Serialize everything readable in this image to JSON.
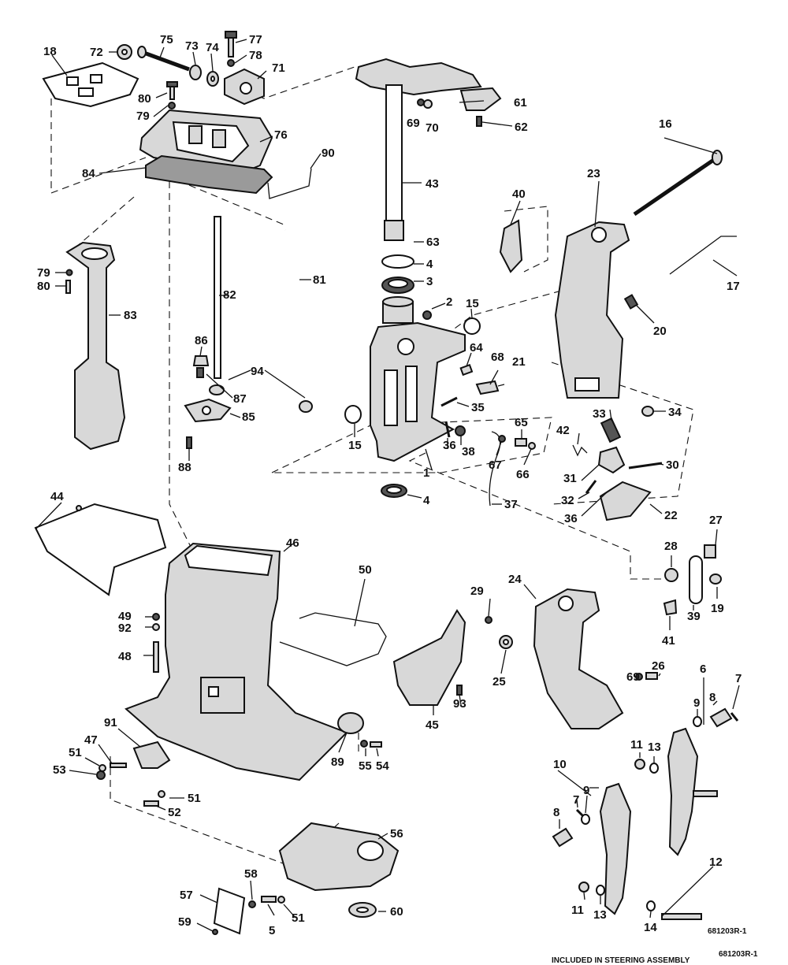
{
  "callouts": [
    {
      "id": "c18",
      "label": "18"
    },
    {
      "id": "c72",
      "label": "72"
    },
    {
      "id": "c75",
      "label": "75"
    },
    {
      "id": "c73",
      "label": "73"
    },
    {
      "id": "c74",
      "label": "74"
    },
    {
      "id": "c77",
      "label": "77"
    },
    {
      "id": "c78",
      "label": "78"
    },
    {
      "id": "c71",
      "label": "71"
    },
    {
      "id": "c80a",
      "label": "80"
    },
    {
      "id": "c79a",
      "label": "79"
    },
    {
      "id": "c76",
      "label": "76"
    },
    {
      "id": "c84",
      "label": "84"
    },
    {
      "id": "c90",
      "label": "90"
    },
    {
      "id": "c69a",
      "label": "69"
    },
    {
      "id": "c70",
      "label": "70"
    },
    {
      "id": "c61",
      "label": "61"
    },
    {
      "id": "c62",
      "label": "62"
    },
    {
      "id": "c16",
      "label": "16"
    },
    {
      "id": "c43",
      "label": "43"
    },
    {
      "id": "c23",
      "label": "23"
    },
    {
      "id": "c40",
      "label": "40"
    },
    {
      "id": "c63",
      "label": "63"
    },
    {
      "id": "c4a",
      "label": "4"
    },
    {
      "id": "c3",
      "label": "3"
    },
    {
      "id": "c17",
      "label": "17"
    },
    {
      "id": "c79b",
      "label": "79"
    },
    {
      "id": "c80b",
      "label": "80"
    },
    {
      "id": "c81",
      "label": "81"
    },
    {
      "id": "c82",
      "label": "82"
    },
    {
      "id": "c83",
      "label": "83"
    },
    {
      "id": "c2",
      "label": "2"
    },
    {
      "id": "c15a",
      "label": "15"
    },
    {
      "id": "c20",
      "label": "20"
    },
    {
      "id": "c86",
      "label": "86"
    },
    {
      "id": "c94",
      "label": "94"
    },
    {
      "id": "c64",
      "label": "64"
    },
    {
      "id": "c68",
      "label": "68"
    },
    {
      "id": "c21",
      "label": "21"
    },
    {
      "id": "c87",
      "label": "87"
    },
    {
      "id": "c85",
      "label": "85"
    },
    {
      "id": "c35",
      "label": "35"
    },
    {
      "id": "c34",
      "label": "34"
    },
    {
      "id": "c33",
      "label": "33"
    },
    {
      "id": "c65",
      "label": "65"
    },
    {
      "id": "c15b",
      "label": "15"
    },
    {
      "id": "c36a",
      "label": "36"
    },
    {
      "id": "c38",
      "label": "38"
    },
    {
      "id": "c88",
      "label": "88"
    },
    {
      "id": "c67",
      "label": "67"
    },
    {
      "id": "c66",
      "label": "66"
    },
    {
      "id": "c42",
      "label": "42"
    },
    {
      "id": "c1",
      "label": "1"
    },
    {
      "id": "c30",
      "label": "30"
    },
    {
      "id": "c31",
      "label": "31"
    },
    {
      "id": "c4b",
      "label": "4"
    },
    {
      "id": "c37",
      "label": "37"
    },
    {
      "id": "c32",
      "label": "32"
    },
    {
      "id": "c36b",
      "label": "36"
    },
    {
      "id": "c22",
      "label": "22"
    },
    {
      "id": "c44",
      "label": "44"
    },
    {
      "id": "c46",
      "label": "46"
    },
    {
      "id": "c50",
      "label": "50"
    },
    {
      "id": "c27",
      "label": "27"
    },
    {
      "id": "c28",
      "label": "28"
    },
    {
      "id": "c24",
      "label": "24"
    },
    {
      "id": "c29",
      "label": "29"
    },
    {
      "id": "c49",
      "label": "49"
    },
    {
      "id": "c92",
      "label": "92"
    },
    {
      "id": "c19",
      "label": "19"
    },
    {
      "id": "c39",
      "label": "39"
    },
    {
      "id": "c41",
      "label": "41"
    },
    {
      "id": "c48",
      "label": "48"
    },
    {
      "id": "c26",
      "label": "26"
    },
    {
      "id": "c69b",
      "label": "69"
    },
    {
      "id": "c25",
      "label": "25"
    },
    {
      "id": "c6",
      "label": "6"
    },
    {
      "id": "c7a",
      "label": "7"
    },
    {
      "id": "c93",
      "label": "93"
    },
    {
      "id": "c45",
      "label": "45"
    },
    {
      "id": "c9a",
      "label": "9"
    },
    {
      "id": "c8a",
      "label": "8"
    },
    {
      "id": "c91",
      "label": "91"
    },
    {
      "id": "c47",
      "label": "47"
    },
    {
      "id": "c51a",
      "label": "51"
    },
    {
      "id": "c89",
      "label": "89"
    },
    {
      "id": "c55",
      "label": "55"
    },
    {
      "id": "c54",
      "label": "54"
    },
    {
      "id": "c53",
      "label": "53"
    },
    {
      "id": "c11a",
      "label": "11"
    },
    {
      "id": "c13a",
      "label": "13"
    },
    {
      "id": "c10",
      "label": "10"
    },
    {
      "id": "c51b",
      "label": "51"
    },
    {
      "id": "c52",
      "label": "52"
    },
    {
      "id": "c9b",
      "label": "9"
    },
    {
      "id": "c7b",
      "label": "7"
    },
    {
      "id": "c8b",
      "label": "8"
    },
    {
      "id": "c56",
      "label": "56"
    },
    {
      "id": "c12",
      "label": "12"
    },
    {
      "id": "c58",
      "label": "58"
    },
    {
      "id": "c57",
      "label": "57"
    },
    {
      "id": "c51c",
      "label": "51"
    },
    {
      "id": "c60",
      "label": "60"
    },
    {
      "id": "c59",
      "label": "59"
    },
    {
      "id": "c5",
      "label": "5"
    },
    {
      "id": "c11b",
      "label": "11"
    },
    {
      "id": "c13b",
      "label": "13"
    },
    {
      "id": "c14",
      "label": "14"
    }
  ],
  "drawing_numbers": {
    "main": "681203R-1",
    "corner": "681203R-1"
  },
  "footer_fragment": "INCLUDED IN STEERING ASSEMBLY"
}
